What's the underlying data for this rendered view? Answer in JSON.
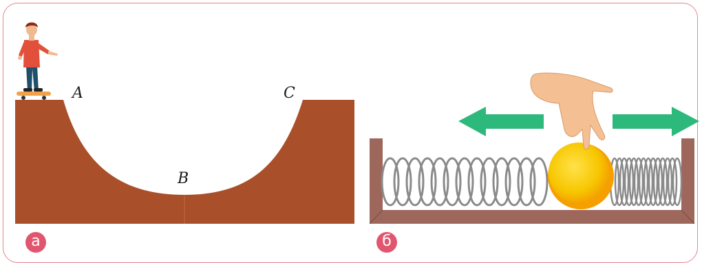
{
  "panels": {
    "a": {
      "badge": "а",
      "points": {
        "A": "A",
        "B": "B",
        "C": "C"
      }
    },
    "b": {
      "badge": "б"
    }
  },
  "colors": {
    "frame": "#e8838f",
    "badge": "#e0566e",
    "ramp": "#a9502b",
    "arrow": "#2db87c",
    "box": "#9e675c",
    "ball": "#f7c600"
  }
}
